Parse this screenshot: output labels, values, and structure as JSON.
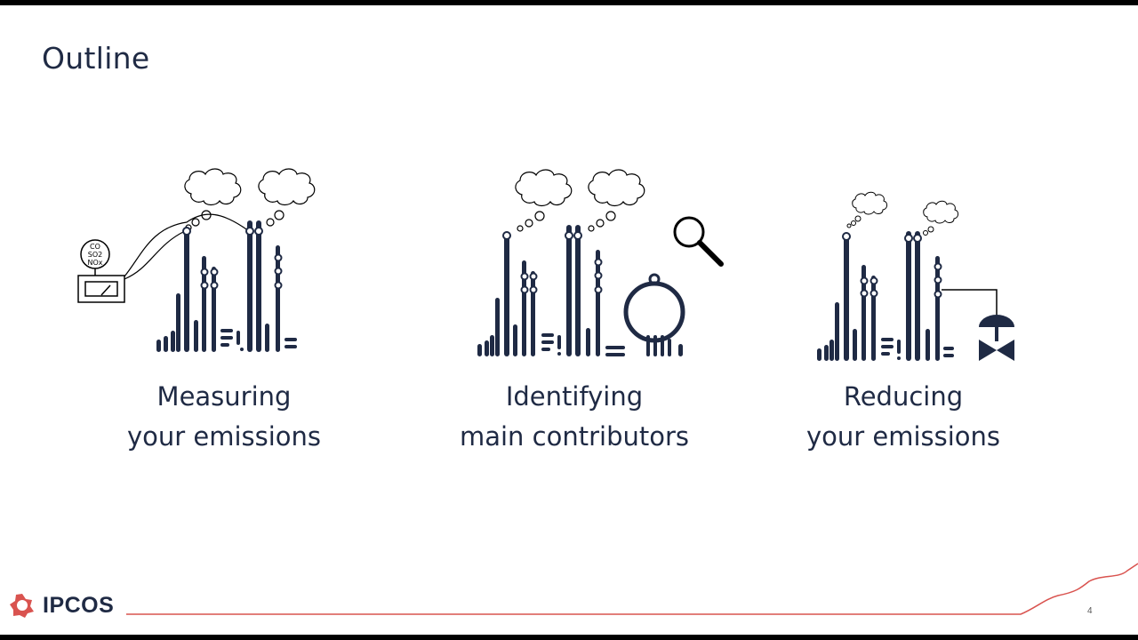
{
  "slide": {
    "title": "Outline",
    "page_number": "4",
    "colors": {
      "ink": "#1f2a44",
      "accent": "#d9534f",
      "background": "#ffffff"
    }
  },
  "sections": [
    {
      "line1": "Measuring",
      "line2": "your emissions",
      "icon": "factory-with-analyzer-icon"
    },
    {
      "line1": "Identifying",
      "line2": "main contributors",
      "icon": "factory-with-magnifier-icon"
    },
    {
      "line1": "Reducing",
      "line2": "your emissions",
      "icon": "factory-with-valve-icon"
    }
  ],
  "analyzer": {
    "gas1": "CO",
    "gas2": "SO2",
    "gas3": "NOx"
  },
  "logo": {
    "text": "IPCOS"
  }
}
